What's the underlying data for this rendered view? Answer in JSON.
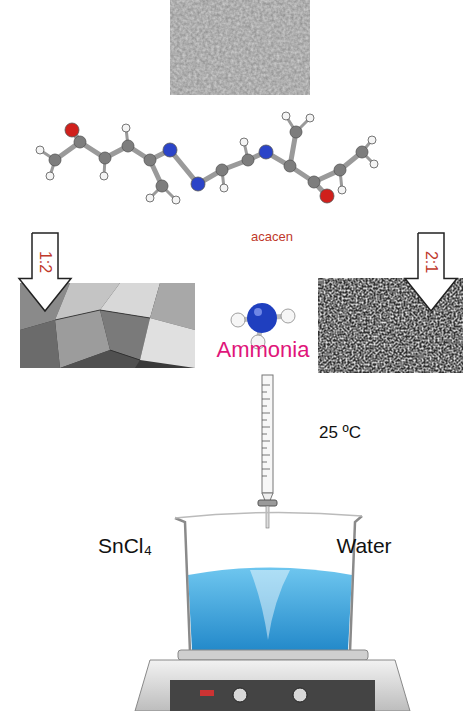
{
  "diagram": {
    "nodes": [
      {
        "text": [
          "1:2"
        ]
      },
      {
        "text": [
          "2:1"
        ]
      }
    ],
    "labels": [
      "acacen",
      "Ammonia",
      "25 ºC",
      "SnCl₄",
      "Water"
    ]
  }
}
